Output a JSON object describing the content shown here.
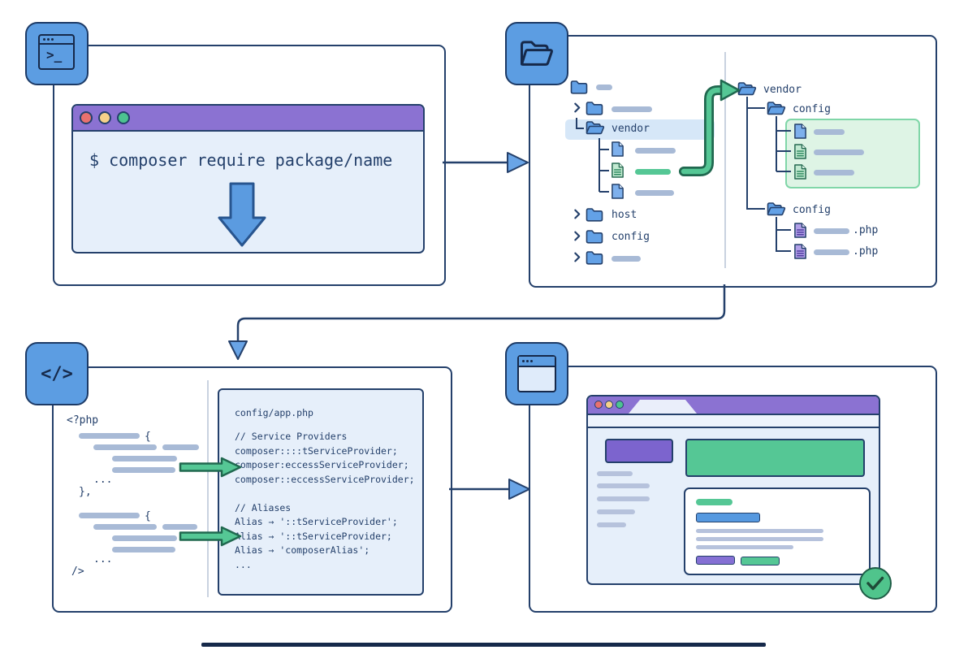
{
  "colors": {
    "outline_navy": "#24406B",
    "badge_blue": "#5C9DE2",
    "accent_purple": "#8B72D2",
    "accent_green": "#55C795",
    "window_bg": "#E6EFFA",
    "bar_gray": "#A8BAD6",
    "highlight_row": "#D6E7F8",
    "green_box_bg": "#DEF4E5"
  },
  "glyphs": {
    "terminal_prompt": ">_",
    "code_glyph": "</>"
  },
  "terminal_panel": {
    "icon": "terminal-icon",
    "command": "$ composer require package/name"
  },
  "files_panel": {
    "icon": "folder-open-icon",
    "left_tree": {
      "vendor_label": "vendor",
      "host_label": "host",
      "config_label": "config"
    },
    "right_tree": {
      "vendor_label": "vendor",
      "package_config_label": "config",
      "app_config_label": "config",
      "php_extension_1": ".php",
      "php_extension_2": ".php"
    }
  },
  "code_panel": {
    "icon": "code-icon",
    "sketch": {
      "php_open_tag": "<?php",
      "brace_open_1": "{",
      "ellipsis_1": "...",
      "closing_brace": "},",
      "brace_open_2": "{",
      "ellipsis_2": "...",
      "closing_tag": "/>"
    },
    "config_file": {
      "filename": "config/app.php",
      "lines": [
        "// Service Providers",
        "composer::::tServiceProvider;",
        "composer:eccessServiceProvider;",
        "composer::eccessServiceProvider;",
        "",
        "// Aliases",
        "Alias → '::tServiceProvider';",
        "Alias → '::tServiceProvider;",
        "Alias → 'composerAlias';",
        "..."
      ]
    }
  },
  "browser_panel": {
    "icon": "browser-window-icon"
  }
}
